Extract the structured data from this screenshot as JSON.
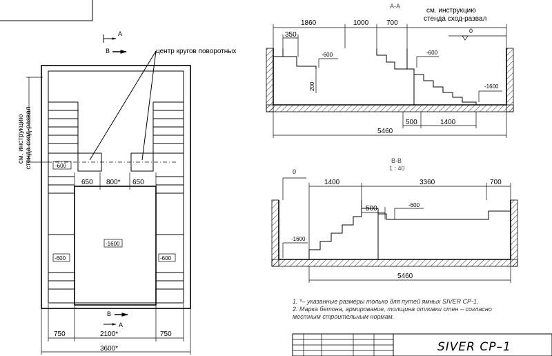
{
  "plan": {
    "section_a_tag": "A",
    "section_b_tag": "B",
    "rotation_centers_label": "центр кругов поворотных",
    "stand_instruction_label": "см. инструкцию стенда сход-развал",
    "level_left_upper": "-600",
    "level_center": "-1600",
    "level_left_lower": "-600",
    "level_right_lower": "-600",
    "dim_650_left": "650",
    "dim_800": "800*",
    "dim_650_right": "650",
    "dim_750_left": "750",
    "dim_2100": "2100*",
    "dim_750_right": "750",
    "dim_3600": "3600*"
  },
  "section_aa": {
    "title": "A-A",
    "instruction_line1": "см. инструкцию",
    "instruction_line2": "стенда сход-развал",
    "dim_1860": "1860",
    "dim_1000": "1000",
    "dim_700": "700",
    "dim_350": "350",
    "dim_200": "200",
    "level_zero": "0",
    "level_600_left": "-600",
    "level_600_right": "-600",
    "level_1600": "-1600",
    "dim_500": "500",
    "dim_1400": "1400",
    "dim_5460": "5460"
  },
  "section_bb": {
    "title": "B-B",
    "scale": "1 : 40",
    "level_zero": "0",
    "dim_1400": "1400",
    "dim_3360": "3360",
    "dim_700": "700",
    "dim_500": "500",
    "level_600": "-600",
    "level_1600": "-1600",
    "dim_5460": "5460"
  },
  "notes": {
    "line1": "1. *– указанные размеры только для путей ямных SIVER CP-1.",
    "line2": "2. Марка бетона, армирование, толщина отливки стен – согласно",
    "line3": "местным строительным нормам."
  },
  "title_block": {
    "name": "SIVER  CP–1"
  }
}
